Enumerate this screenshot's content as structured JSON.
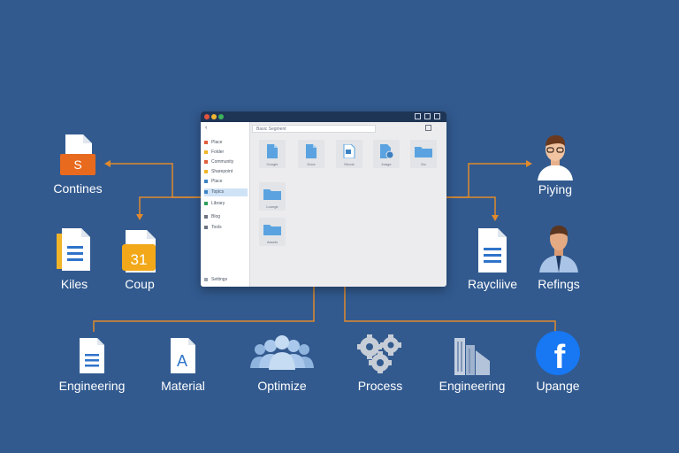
{
  "colors": {
    "background": "#325a8f",
    "connector": "#e08a2c",
    "label": "#ffffff"
  },
  "window": {
    "address": "Basic Segment",
    "back_icon": "back-arrow-icon",
    "sidebar_items": [
      {
        "label": "Place",
        "color": "#e05d3a"
      },
      {
        "label": "Folder",
        "color": "#f0b429"
      },
      {
        "label": "Community",
        "color": "#e05d3a"
      },
      {
        "label": "Sharepoint",
        "color": "#f0b429"
      },
      {
        "label": "Place",
        "color": "#3b82c4"
      },
      {
        "label": "Topics",
        "color": "#3b82c4"
      },
      {
        "label": "Library",
        "color": "#2f9e5b"
      },
      {
        "label": "Blog",
        "color": "#6b7280"
      },
      {
        "label": "Tools",
        "color": "#6b7280"
      }
    ],
    "footer": "Settings",
    "tiles": [
      {
        "label": "Google",
        "icon": "document-icon"
      },
      {
        "label": "Docs",
        "icon": "document-icon"
      },
      {
        "label": "Ebook",
        "icon": "pdf-file-icon"
      },
      {
        "label": "Image",
        "icon": "image-file-icon"
      },
      {
        "label": "Src",
        "icon": "folder-icon"
      },
      {
        "label": "Lounge",
        "icon": "folder-icon"
      },
      {
        "label": "Assets",
        "icon": "folder-icon"
      }
    ]
  },
  "nodes": {
    "contines": {
      "label": "Contines",
      "icon": "orange-slides-file-icon",
      "glyph": "S"
    },
    "kiles": {
      "label": "Kiles",
      "icon": "blue-document-file-icon"
    },
    "coup": {
      "label": "Coup",
      "icon": "calendar-icon",
      "glyph": "31"
    },
    "piying": {
      "label": "Piying",
      "icon": "person-avatar-icon"
    },
    "raycliive": {
      "label": "Raycliive",
      "icon": "blue-document-file-icon"
    },
    "refings": {
      "label": "Refings",
      "icon": "person-avatar-icon"
    },
    "engineering_1": {
      "label": "Engineering",
      "icon": "document-file-icon"
    },
    "material": {
      "label": "Material",
      "icon": "letter-a-file-icon",
      "glyph": "A"
    },
    "optimize": {
      "label": "Optimize",
      "icon": "people-group-icon"
    },
    "process": {
      "label": "Process",
      "icon": "gears-icon"
    },
    "engineering_2": {
      "label": "Engineering",
      "icon": "buildings-icon"
    },
    "upange": {
      "label": "Upange",
      "icon": "facebook-logo-icon",
      "glyph": "f"
    }
  }
}
